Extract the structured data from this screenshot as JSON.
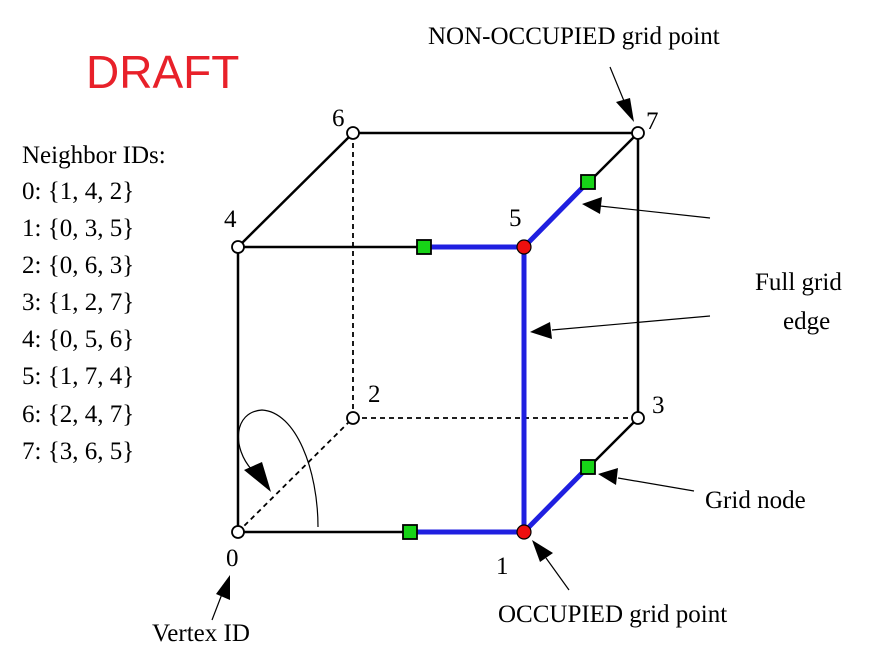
{
  "watermark": {
    "text": "DRAFT",
    "color": "#e8212a"
  },
  "neighbor_table": {
    "title": "Neighbor IDs:",
    "rows": [
      "0: {1, 4, 2}",
      "1: {0, 3, 5}",
      "2: {0, 6, 3}",
      "3: {1, 2, 7}",
      "4: {0, 5, 6}",
      "5: {1, 7, 4}",
      "6: {2, 4, 7}",
      "7: {3, 6, 5}"
    ]
  },
  "vertices": {
    "v0": {
      "id": "0",
      "state": "non-occupied"
    },
    "v1": {
      "id": "1",
      "state": "occupied"
    },
    "v2": {
      "id": "2",
      "state": "non-occupied"
    },
    "v3": {
      "id": "3",
      "state": "non-occupied"
    },
    "v4": {
      "id": "4",
      "state": "non-occupied"
    },
    "v5": {
      "id": "5",
      "state": "occupied"
    },
    "v6": {
      "id": "6",
      "state": "non-occupied"
    },
    "v7": {
      "id": "7",
      "state": "non-occupied"
    }
  },
  "annotations": {
    "non_occupied": "NON-OCCUPIED grid point",
    "occupied": "OCCUPIED grid point",
    "full_grid_edge_line1": "Full grid",
    "full_grid_edge_line2": "edge",
    "grid_node": "Grid node",
    "vertex_id": "Vertex ID"
  },
  "colors": {
    "occupied_point": "#ee0f0f",
    "grid_node": "#17d317",
    "path_edge": "#1f1fe0",
    "cube_edge": "#000000"
  }
}
